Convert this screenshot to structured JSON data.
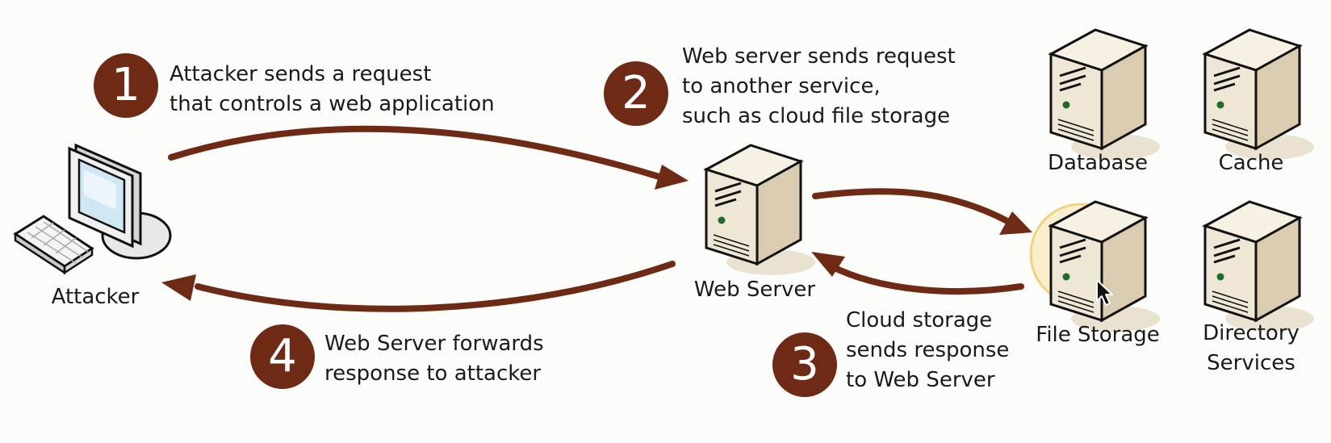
{
  "steps": [
    {
      "number": "1",
      "lines": [
        "Attacker sends a request",
        "that controls a web application"
      ]
    },
    {
      "number": "2",
      "lines": [
        "Web server sends request",
        "to another service,",
        "such as cloud file storage"
      ]
    },
    {
      "number": "3",
      "lines": [
        "Cloud storage",
        "sends response",
        "to Web Server"
      ]
    },
    {
      "number": "4",
      "lines": [
        "Web Server forwards",
        "response to attacker"
      ]
    }
  ],
  "nodes": {
    "attacker": "Attacker",
    "web_server": "Web Server",
    "database": "Database",
    "cache": "Cache",
    "file_storage": "File Storage",
    "directory_services": [
      "Directory",
      "Services"
    ]
  },
  "colors": {
    "accent": "#6e2a14",
    "server_face": "#efe7d6",
    "server_side": "#d9ccb0",
    "highlight": "#f3d37a"
  },
  "icons": [
    "desktop-computer-icon",
    "server-icon",
    "mouse-pointer-icon"
  ]
}
